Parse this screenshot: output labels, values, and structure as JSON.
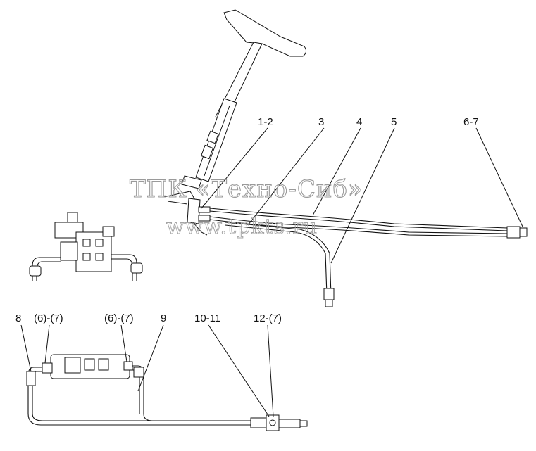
{
  "watermark": {
    "line1": "ТПК «Техно-Сиб»",
    "line2": "www.tpkts.ru"
  },
  "callouts": {
    "c1_2": "1-2",
    "c3": "3",
    "c4": "4",
    "c5": "5",
    "c6_7": "6-7",
    "c8": "8",
    "c6_7a": "(6)-(7)",
    "c6_7b": "(6)-(7)",
    "c9": "9",
    "c10_11": "10-11",
    "c12_7": "12-(7)"
  }
}
